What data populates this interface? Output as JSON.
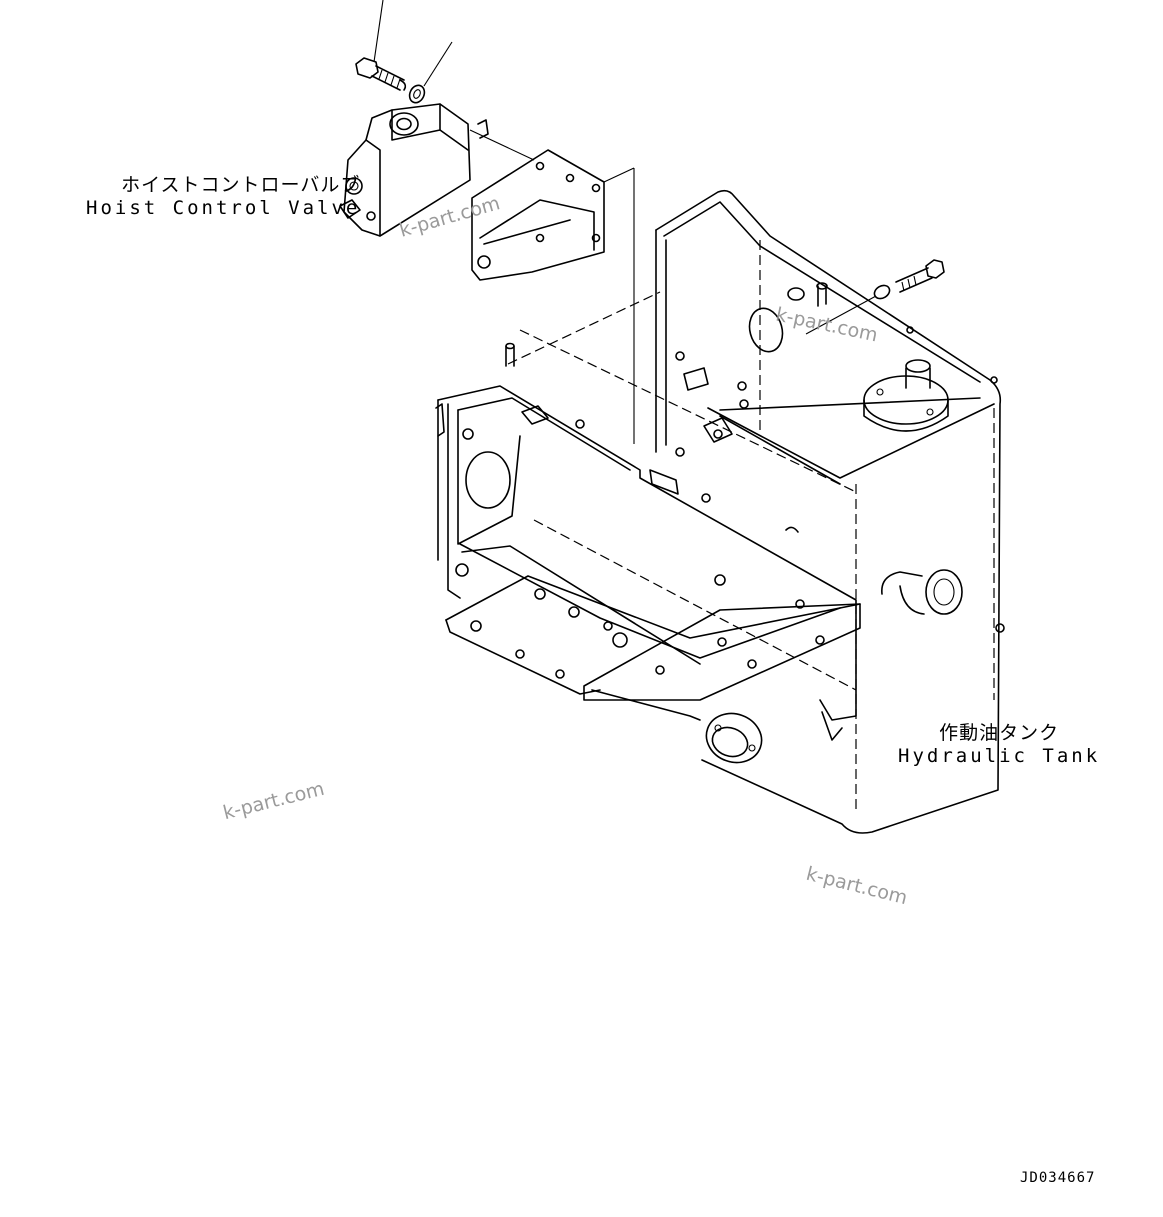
{
  "labels": {
    "hoist_control_valve_jp": "ホイストコントローバルブ",
    "hoist_control_valve_en": "Hoist Control Valve",
    "hydraulic_tank_jp": "作動油タンク",
    "hydraulic_tank_en": "Hydraulic Tank"
  },
  "watermark": "k-part.com",
  "drawing_code": "JD034667"
}
